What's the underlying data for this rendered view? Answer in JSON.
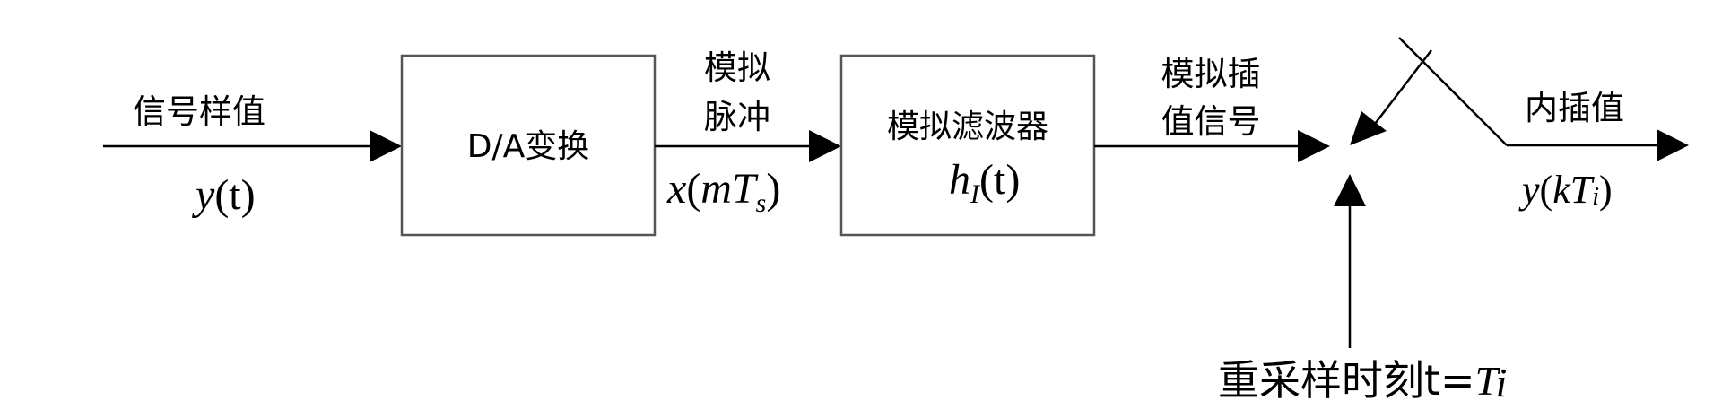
{
  "blocks": {
    "da": {
      "label": "D/A变换"
    },
    "filter": {
      "label": "模拟滤波器",
      "math_main": "h",
      "math_sub": "I",
      "math_arg": "(t)"
    }
  },
  "signals": {
    "input": {
      "label": "信号样值",
      "math_main": "y",
      "math_arg": "(t)"
    },
    "pulse": {
      "label_line1": "模拟",
      "label_line2": "脉冲",
      "math_main": "x",
      "math_open": "(",
      "math_m": "m",
      "math_T": "T",
      "math_sub": "s",
      "math_close": ")"
    },
    "interp_signal": {
      "label_line1": "模拟插",
      "label_line2": "值信号"
    },
    "output": {
      "label": "内插值",
      "math_main": "y",
      "math_open": "(",
      "math_k": "k",
      "math_T": "T",
      "math_sub": "i",
      "math_close": ")"
    }
  },
  "sampling": {
    "label": "重采样时刻t=",
    "math_T": "T",
    "math_sub": "i"
  },
  "colors": {
    "line": "#000000",
    "box_border": "#555555",
    "background": "#ffffff"
  }
}
